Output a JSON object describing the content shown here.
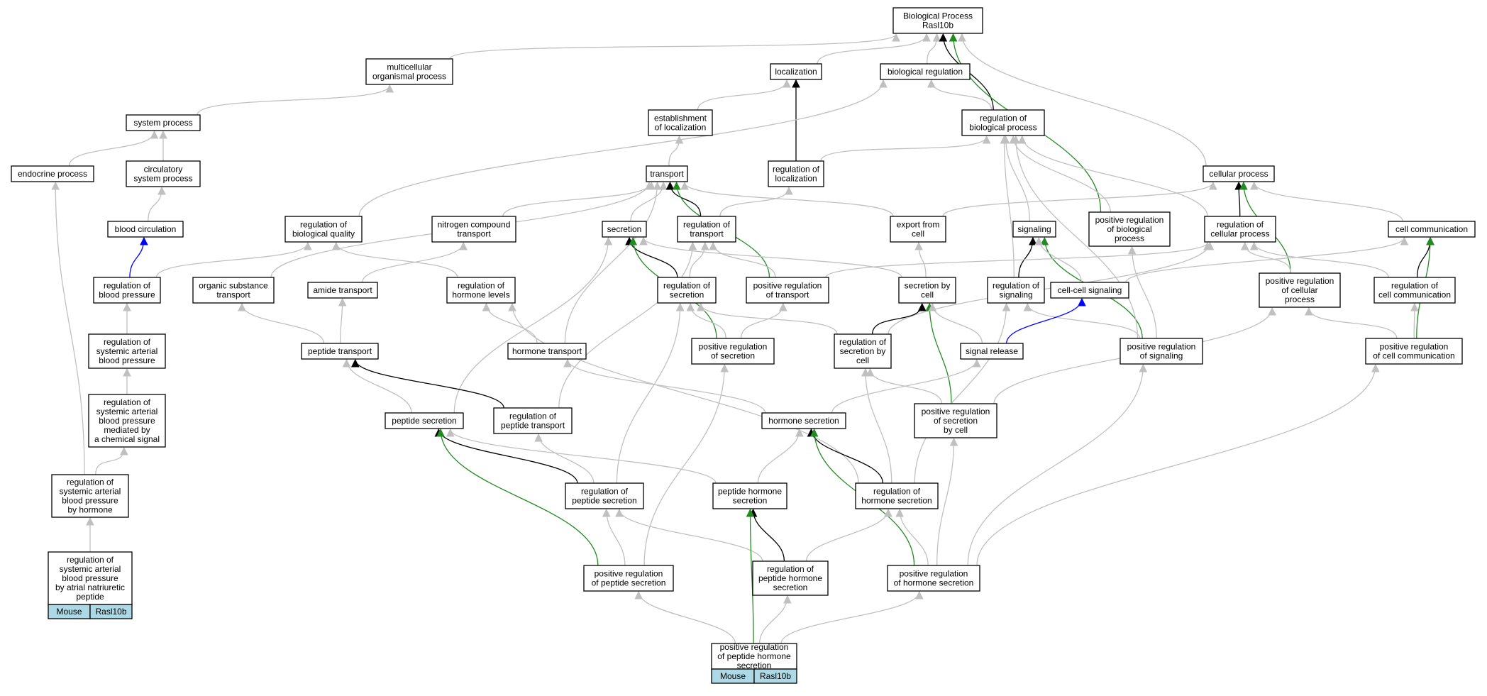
{
  "colors": {
    "is_a": "#c0c0c0",
    "regulates": "#000000",
    "positively_regulates": "#228b22",
    "part_of": "#0000ff",
    "tag_fill": "#add8e6"
  },
  "nodes": [
    {
      "id": "bp",
      "label": [
        "Biological Process",
        "Rasl10b"
      ]
    },
    {
      "id": "multicell",
      "label": [
        "multicellular",
        "organismal process"
      ]
    },
    {
      "id": "localization",
      "label": [
        "localization"
      ]
    },
    {
      "id": "bioreg",
      "label": [
        "biological regulation"
      ]
    },
    {
      "id": "sysproc",
      "label": [
        "system process"
      ]
    },
    {
      "id": "estloc",
      "label": [
        "establishment",
        "of localization"
      ]
    },
    {
      "id": "regbio",
      "label": [
        "regulation of",
        "biological process"
      ]
    },
    {
      "id": "endocrine",
      "label": [
        "endocrine process"
      ]
    },
    {
      "id": "circsys",
      "label": [
        "circulatory",
        "system process"
      ]
    },
    {
      "id": "transport",
      "label": [
        "transport"
      ]
    },
    {
      "id": "regloc",
      "label": [
        "regulation of",
        "localization"
      ]
    },
    {
      "id": "cellproc",
      "label": [
        "cellular process"
      ]
    },
    {
      "id": "bloodcirc",
      "label": [
        "blood circulation"
      ]
    },
    {
      "id": "regbioqual",
      "label": [
        "regulation of",
        "biological quality"
      ]
    },
    {
      "id": "nitrogen",
      "label": [
        "nitrogen compound",
        "transport"
      ]
    },
    {
      "id": "secretion",
      "label": [
        "secretion"
      ]
    },
    {
      "id": "regtrans",
      "label": [
        "regulation of",
        "transport"
      ]
    },
    {
      "id": "export",
      "label": [
        "export from",
        "cell"
      ]
    },
    {
      "id": "signaling",
      "label": [
        "signaling"
      ]
    },
    {
      "id": "posregbio",
      "label": [
        "positive regulation",
        "of biological",
        "process"
      ]
    },
    {
      "id": "regcell",
      "label": [
        "regulation of",
        "cellular process"
      ]
    },
    {
      "id": "cellcomm",
      "label": [
        "cell communication"
      ]
    },
    {
      "id": "regbp",
      "label": [
        "regulation of",
        "blood pressure"
      ]
    },
    {
      "id": "organic",
      "label": [
        "organic substance",
        "transport"
      ]
    },
    {
      "id": "amide",
      "label": [
        "amide transport"
      ]
    },
    {
      "id": "reghormlev",
      "label": [
        "regulation of",
        "hormone levels"
      ]
    },
    {
      "id": "regsec",
      "label": [
        "regulation of",
        "secretion"
      ]
    },
    {
      "id": "posregtrans",
      "label": [
        "positive regulation",
        "of transport"
      ]
    },
    {
      "id": "secbycell",
      "label": [
        "secretion by",
        "cell"
      ]
    },
    {
      "id": "regsig",
      "label": [
        "regulation of",
        "signaling"
      ]
    },
    {
      "id": "cellcellsig",
      "label": [
        "cell-cell signaling"
      ]
    },
    {
      "id": "posregcell",
      "label": [
        "positive regulation",
        "of cellular",
        "process"
      ]
    },
    {
      "id": "regcellcomm",
      "label": [
        "regulation of",
        "cell communication"
      ]
    },
    {
      "id": "regsysbp",
      "label": [
        "regulation of",
        "systemic arterial",
        "blood pressure"
      ]
    },
    {
      "id": "peptrans",
      "label": [
        "peptide transport"
      ]
    },
    {
      "id": "hormtrans",
      "label": [
        "hormone transport"
      ]
    },
    {
      "id": "posregsec",
      "label": [
        "positive regulation",
        "of secretion"
      ]
    },
    {
      "id": "regsecbycell",
      "label": [
        "regulation of",
        "secretion by",
        "cell"
      ]
    },
    {
      "id": "sigrelease",
      "label": [
        "signal release"
      ]
    },
    {
      "id": "posregsig",
      "label": [
        "positive regulation",
        "of signaling"
      ]
    },
    {
      "id": "posregcellcomm",
      "label": [
        "positive regulation",
        "of cell communication"
      ]
    },
    {
      "id": "regsysbpchem",
      "label": [
        "regulation of",
        "systemic arterial",
        "blood pressure",
        "mediated by",
        "a chemical signal"
      ]
    },
    {
      "id": "pepsec",
      "label": [
        "peptide secretion"
      ]
    },
    {
      "id": "regpeptrans",
      "label": [
        "regulation of",
        "peptide transport"
      ]
    },
    {
      "id": "hormsec",
      "label": [
        "hormone secretion"
      ]
    },
    {
      "id": "posregsecbycell",
      "label": [
        "positive regulation",
        "of secretion",
        "by cell"
      ]
    },
    {
      "id": "regsysbphorm",
      "label": [
        "regulation of",
        "systemic arterial",
        "blood pressure",
        "by hormone"
      ]
    },
    {
      "id": "regpepsec",
      "label": [
        "regulation of",
        "peptide secretion"
      ]
    },
    {
      "id": "pephormsec",
      "label": [
        "peptide hormone",
        "secretion"
      ]
    },
    {
      "id": "reghormsec",
      "label": [
        "regulation of",
        "hormone secretion"
      ]
    },
    {
      "id": "regsysbpanp",
      "label": [
        "regulation of",
        "systemic arterial",
        "blood pressure",
        "by atrial natriuretic",
        "peptide"
      ],
      "tags": [
        "Mouse",
        "Rasl10b"
      ]
    },
    {
      "id": "posregpepsec",
      "label": [
        "positive regulation",
        "of peptide secretion"
      ]
    },
    {
      "id": "regpephormsec",
      "label": [
        "regulation of",
        "peptide hormone",
        "secretion"
      ]
    },
    {
      "id": "posreghormsec",
      "label": [
        "positive regulation",
        "of hormone secretion"
      ]
    },
    {
      "id": "posregpephormsec",
      "label": [
        "positive regulation",
        "of peptide hormone",
        "secretion"
      ],
      "tags": [
        "Mouse",
        "Rasl10b"
      ]
    }
  ],
  "edges": [
    {
      "from": "multicell",
      "to": "bp",
      "type": "is_a"
    },
    {
      "from": "localization",
      "to": "bp",
      "type": "is_a"
    },
    {
      "from": "bioreg",
      "to": "bp",
      "type": "is_a"
    },
    {
      "from": "regbio",
      "to": "bp",
      "type": "regulates"
    },
    {
      "from": "posregbio",
      "to": "bp",
      "type": "positively_regulates"
    },
    {
      "from": "cellproc",
      "to": "bp",
      "type": "is_a"
    },
    {
      "from": "sysproc",
      "to": "multicell",
      "type": "is_a"
    },
    {
      "from": "estloc",
      "to": "localization",
      "type": "is_a"
    },
    {
      "from": "regloc",
      "to": "localization",
      "type": "regulates"
    },
    {
      "from": "regbio",
      "to": "bioreg",
      "type": "is_a"
    },
    {
      "from": "regbioqual",
      "to": "bioreg",
      "type": "is_a"
    },
    {
      "from": "endocrine",
      "to": "sysproc",
      "type": "is_a"
    },
    {
      "from": "circsys",
      "to": "sysproc",
      "type": "is_a"
    },
    {
      "from": "transport",
      "to": "estloc",
      "type": "is_a"
    },
    {
      "from": "regloc",
      "to": "regbio",
      "type": "is_a"
    },
    {
      "from": "signaling",
      "to": "regbio",
      "type": "is_a"
    },
    {
      "from": "posregbio",
      "to": "regbio",
      "type": "is_a"
    },
    {
      "from": "regcell",
      "to": "regbio",
      "type": "is_a"
    },
    {
      "from": "regsig",
      "to": "regbio",
      "type": "is_a"
    },
    {
      "from": "bloodcirc",
      "to": "circsys",
      "type": "is_a"
    },
    {
      "from": "regbp",
      "to": "bloodcirc",
      "type": "part_of"
    },
    {
      "from": "nitrogen",
      "to": "transport",
      "type": "is_a"
    },
    {
      "from": "secretion",
      "to": "transport",
      "type": "is_a"
    },
    {
      "from": "regtrans",
      "to": "transport",
      "type": "regulates"
    },
    {
      "from": "posregtrans",
      "to": "transport",
      "type": "positively_regulates"
    },
    {
      "from": "export",
      "to": "transport",
      "type": "is_a"
    },
    {
      "from": "organic",
      "to": "transport",
      "type": "is_a"
    },
    {
      "from": "hormtrans",
      "to": "transport",
      "type": "is_a"
    },
    {
      "from": "regtrans",
      "to": "regloc",
      "type": "is_a"
    },
    {
      "from": "regcell",
      "to": "cellproc",
      "type": "regulates"
    },
    {
      "from": "posregcell",
      "to": "cellproc",
      "type": "positively_regulates"
    },
    {
      "from": "cellcomm",
      "to": "cellproc",
      "type": "is_a"
    },
    {
      "from": "export",
      "to": "cellproc",
      "type": "is_a"
    },
    {
      "from": "regbp",
      "to": "regbioqual",
      "type": "is_a"
    },
    {
      "from": "reghormlev",
      "to": "regbioqual",
      "type": "is_a"
    },
    {
      "from": "amide",
      "to": "nitrogen",
      "type": "is_a"
    },
    {
      "from": "regsec",
      "to": "secretion",
      "type": "regulates"
    },
    {
      "from": "posregsec",
      "to": "secretion",
      "type": "positively_regulates"
    },
    {
      "from": "secbycell",
      "to": "secretion",
      "type": "is_a"
    },
    {
      "from": "pepsec",
      "to": "secretion",
      "type": "is_a"
    },
    {
      "from": "regsec",
      "to": "regtrans",
      "type": "is_a"
    },
    {
      "from": "posregtrans",
      "to": "regtrans",
      "type": "is_a"
    },
    {
      "from": "regpeptrans",
      "to": "regtrans",
      "type": "is_a"
    },
    {
      "from": "secbycell",
      "to": "export",
      "type": "is_a"
    },
    {
      "from": "regsig",
      "to": "signaling",
      "type": "regulates"
    },
    {
      "from": "posregsig",
      "to": "signaling",
      "type": "positively_regulates"
    },
    {
      "from": "cellcellsig",
      "to": "signaling",
      "type": "is_a"
    },
    {
      "from": "posregcell",
      "to": "regcell",
      "type": "is_a"
    },
    {
      "from": "regcellcomm",
      "to": "regcell",
      "type": "is_a"
    },
    {
      "from": "regsecbycell",
      "to": "regcell",
      "type": "is_a"
    },
    {
      "from": "posregtrans",
      "to": "regcell",
      "type": "is_a"
    },
    {
      "from": "regcellcomm",
      "to": "cellcomm",
      "type": "regulates"
    },
    {
      "from": "posregcellcomm",
      "to": "cellcomm",
      "type": "positively_regulates"
    },
    {
      "from": "cellcellsig",
      "to": "cellcomm",
      "type": "is_a"
    },
    {
      "from": "posregsig",
      "to": "regbio",
      "type": "is_a"
    },
    {
      "from": "regsysbp",
      "to": "regbp",
      "type": "is_a"
    },
    {
      "from": "peptrans",
      "to": "organic",
      "type": "is_a"
    },
    {
      "from": "peptrans",
      "to": "amide",
      "type": "is_a"
    },
    {
      "from": "hormtrans",
      "to": "reghormlev",
      "type": "is_a"
    },
    {
      "from": "reghormsec",
      "to": "reghormlev",
      "type": "is_a"
    },
    {
      "from": "posregsec",
      "to": "regsec",
      "type": "is_a"
    },
    {
      "from": "regsecbycell",
      "to": "regsec",
      "type": "is_a"
    },
    {
      "from": "regpepsec",
      "to": "regsec",
      "type": "is_a"
    },
    {
      "from": "posregsec",
      "to": "posregtrans",
      "type": "is_a"
    },
    {
      "from": "regsecbycell",
      "to": "secbycell",
      "type": "regulates"
    },
    {
      "from": "posregsecbycell",
      "to": "secbycell",
      "type": "positively_regulates"
    },
    {
      "from": "sigrelease",
      "to": "secbycell",
      "type": "is_a"
    },
    {
      "from": "posregsig",
      "to": "regsig",
      "type": "is_a"
    },
    {
      "from": "reghormsec",
      "to": "regsig",
      "type": "is_a"
    },
    {
      "from": "sigrelease",
      "to": "cellcellsig",
      "type": "part_of"
    },
    {
      "from": "posregsecbycell",
      "to": "posregcell",
      "type": "is_a"
    },
    {
      "from": "posregcellcomm",
      "to": "regcellcomm",
      "type": "is_a"
    },
    {
      "from": "posregcellcomm",
      "to": "posregcell",
      "type": "is_a"
    },
    {
      "from": "posregsig",
      "to": "posregbio",
      "type": "is_a"
    },
    {
      "from": "regsysbpchem",
      "to": "regsysbp",
      "type": "is_a"
    },
    {
      "from": "pepsec",
      "to": "peptrans",
      "type": "is_a"
    },
    {
      "from": "regpeptrans",
      "to": "peptrans",
      "type": "regulates"
    },
    {
      "from": "hormsec",
      "to": "hormtrans",
      "type": "is_a"
    },
    {
      "from": "posregsecbycell",
      "to": "regsecbycell",
      "type": "is_a"
    },
    {
      "from": "hormsec",
      "to": "sigrelease",
      "type": "is_a"
    },
    {
      "from": "posreghormsec",
      "to": "posregsig",
      "type": "is_a"
    },
    {
      "from": "posreghormsec",
      "to": "posregcellcomm",
      "type": "is_a"
    },
    {
      "from": "regsysbphorm",
      "to": "regsysbpchem",
      "type": "is_a"
    },
    {
      "from": "regsysbphorm",
      "to": "endocrine",
      "type": "is_a"
    },
    {
      "from": "regpepsec",
      "to": "pepsec",
      "type": "regulates"
    },
    {
      "from": "posregpepsec",
      "to": "pepsec",
      "type": "positively_regulates"
    },
    {
      "from": "pephormsec",
      "to": "pepsec",
      "type": "is_a"
    },
    {
      "from": "regpepsec",
      "to": "regpeptrans",
      "type": "is_a"
    },
    {
      "from": "reghormsec",
      "to": "hormsec",
      "type": "regulates"
    },
    {
      "from": "posreghormsec",
      "to": "hormsec",
      "type": "positively_regulates"
    },
    {
      "from": "pephormsec",
      "to": "hormsec",
      "type": "is_a"
    },
    {
      "from": "posreghormsec",
      "to": "posregsecbycell",
      "type": "is_a"
    },
    {
      "from": "reghormsec",
      "to": "regsecbycell",
      "type": "is_a"
    },
    {
      "from": "regsysbpanp",
      "to": "regsysbphorm",
      "type": "is_a"
    },
    {
      "from": "posregpepsec",
      "to": "regpepsec",
      "type": "is_a"
    },
    {
      "from": "posregpepsec",
      "to": "posregsec",
      "type": "is_a"
    },
    {
      "from": "regpephormsec",
      "to": "pephormsec",
      "type": "regulates"
    },
    {
      "from": "regpephormsec",
      "to": "regpepsec",
      "type": "is_a"
    },
    {
      "from": "regpephormsec",
      "to": "reghormsec",
      "type": "is_a"
    },
    {
      "from": "posreghormsec",
      "to": "reghormsec",
      "type": "is_a"
    },
    {
      "from": "posregpephormsec",
      "to": "pephormsec",
      "type": "positively_regulates"
    },
    {
      "from": "posregpephormsec",
      "to": "regpephormsec",
      "type": "is_a"
    },
    {
      "from": "posregpephormsec",
      "to": "posregpepsec",
      "type": "is_a"
    },
    {
      "from": "posregpephormsec",
      "to": "posreghormsec",
      "type": "is_a"
    }
  ]
}
